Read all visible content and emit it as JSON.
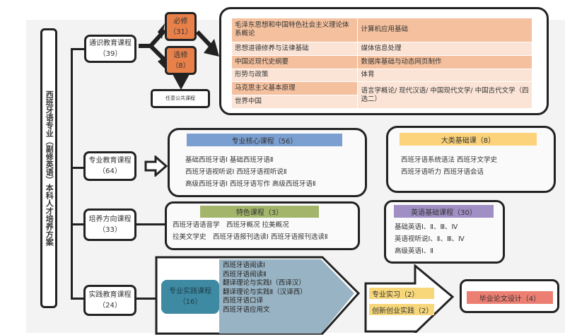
{
  "title": "西班牙语专业（副修英语）本科人才培养方案",
  "general": {
    "name": "通识教育课程",
    "credits": "（39）",
    "required": {
      "name": "必修",
      "credits": "（31）"
    },
    "elective": {
      "name": "选修",
      "credits": "（8）"
    },
    "optional_public": "任意公共课程",
    "table": [
      [
        "毛泽东思想和中国特色社会主义理论体系概论",
        "计算机应用基础"
      ],
      [
        "思想道德修养与法律基础",
        "媒体信息处理"
      ],
      [
        "中国近现代史纲要",
        "数据库基础与动态网页制作"
      ],
      [
        "形势与政策",
        "体育"
      ],
      [
        "马克思主义基本原理",
        "语言学概论/ 现代汉语/ 中国现代文学/ 中国古代文学（四选二）"
      ],
      [
        "世界中国",
        ""
      ]
    ]
  },
  "professional": {
    "name": "专业教育课程",
    "credits": "（64）",
    "core": {
      "header": "专业核心课程（56）",
      "lines": [
        "基础西班牙语Ⅰ 基础西班牙语Ⅱ",
        "西班牙语视听说Ⅰ 西班牙语视听说Ⅱ",
        "高级西班牙语Ⅰ 西班牙语写作 高级西班牙语Ⅱ"
      ]
    },
    "category": {
      "header": "大类基础课（8）",
      "lines": [
        "西班牙语系统语法 西班牙文学史",
        "西班牙语听力 西班牙语会话"
      ]
    }
  },
  "direction": {
    "name": "培养方向课程",
    "credits": "（33）",
    "featured": {
      "header": "特色课程（3）",
      "lines": [
        "西班牙语语音学　西班牙概况 拉美概况",
        "拉美文学史　西班牙语报刊选读Ⅰ 西班牙语报刊选读Ⅱ"
      ]
    },
    "english": {
      "header": "英语基础课程（30）",
      "lines": [
        "基础英语Ⅰ、Ⅱ、Ⅲ、Ⅳ",
        "英语视听说Ⅰ、Ⅱ、Ⅲ、Ⅳ",
        "高级英语Ⅰ、Ⅱ"
      ]
    }
  },
  "practice": {
    "name": "实践教育课程",
    "credits": "（24）",
    "professional_practice": {
      "name": "专业实践课程",
      "credits": "（16）",
      "lines": [
        "西班牙语阅读Ⅰ",
        "西班牙语阅读Ⅱ",
        "翻译理论与实践Ⅰ（西译汉）",
        "翻译理论与实践Ⅱ（汉译西）",
        "西班牙语口译",
        "西班牙语应用文"
      ]
    },
    "internship": "专业实习（2）",
    "innovation": "创新创业实践（2）",
    "thesis": "毕业论文设计（4）"
  },
  "colors": {
    "orange": "#e8804a",
    "blue": "#7b9fd0",
    "yellow": "#fcd27a",
    "green": "#a3b56a",
    "purple": "#9f8fc4",
    "teal": "#3e8aa3",
    "grey": "#98b3c3",
    "red": "#ec7e72"
  }
}
